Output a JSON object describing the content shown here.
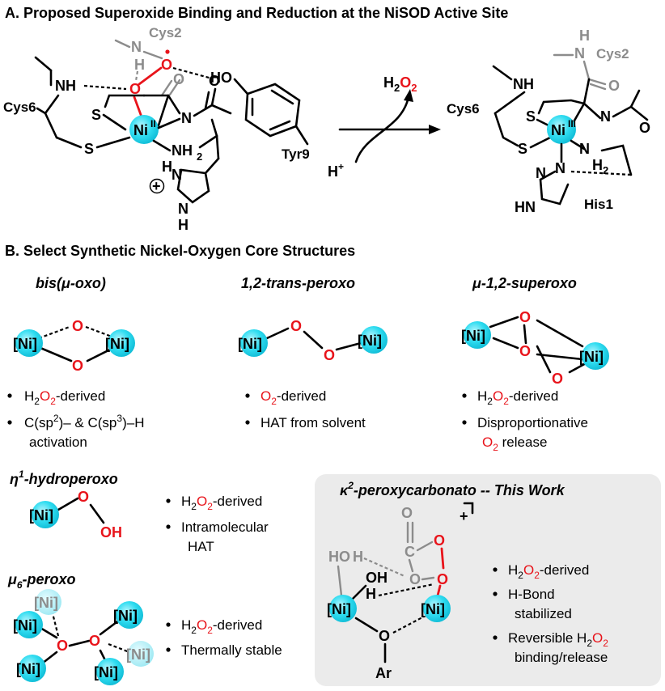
{
  "panel_a": {
    "header": "A. Proposed Superoxide Binding and Reduction at the NiSOD Active Site",
    "left": {
      "cys2": "Cys2",
      "cys6": "Cys6",
      "tyr9": "Tyr9",
      "ni": "Ni",
      "ni_ox": "II",
      "o": "O",
      "nh": "NH",
      "n": "N",
      "h": "H",
      "s": "S",
      "ho": "HO",
      "nh2": "NH",
      "sub2": "2",
      "plus": "+"
    },
    "arrow": {
      "product": "H",
      "product_sub": "2",
      "product_o": "O",
      "proton": "H",
      "proton_sup": "+"
    },
    "right": {
      "cys2": "Cys2",
      "cys6": "Cys6",
      "his1": "His1",
      "ni": "Ni",
      "ni_ox": "III",
      "hn": "HN"
    }
  },
  "panel_b": {
    "header": "B. Select Synthetic Nickel-Oxygen Core Structures",
    "ni_label": "[Ni]",
    "o_label": "O",
    "oh_label": "OH",
    "bis_oxo": {
      "title": "bis(μ-oxo)",
      "b1": "H",
      "b1_sub": "2",
      "b1_red": "O",
      "b1_red_sub": "2",
      "b1_rest": "-derived",
      "b2": "C(sp",
      "b2_sup1": "2",
      "b2_mid": ")– & C(sp",
      "b2_sup2": "3",
      "b2_end": ")–H",
      "b2_line2": "activation"
    },
    "trans_peroxo": {
      "title": "1,2-trans-peroxo",
      "b1_red": "O",
      "b1_red_sub": "2",
      "b1_rest": "-derived",
      "b2": "HAT from solvent"
    },
    "superoxo": {
      "title": "μ-1,2-superoxo",
      "b1": "H",
      "b1_sub": "2",
      "b1_red": "O",
      "b1_red_sub": "2",
      "b1_rest": "-derived",
      "b2": "Disproportionative",
      "b2_red": "O",
      "b2_red_sub": "2",
      "b2_rest": " release"
    },
    "hydroperoxo": {
      "title_prefix": "η",
      "title_sup": "1",
      "title_rest": "-hydroperoxo",
      "b1": "H",
      "b1_sub": "2",
      "b1_red": "O",
      "b1_red_sub": "2",
      "b1_rest": "-derived",
      "b2": "Intramolecular",
      "b2_line2": "HAT"
    },
    "mu6": {
      "title_prefix": "μ",
      "title_sub": "6",
      "title_rest": "-peroxo",
      "b1": "H",
      "b1_sub": "2",
      "b1_red": "O",
      "b1_red_sub": "2",
      "b1_rest": "-derived",
      "b2": "Thermally stable"
    },
    "peroxycarbonato": {
      "title_prefix": "κ",
      "title_sup": "2",
      "title_rest": "-peroxycarbonato -- This Work",
      "charge": "+",
      "c": "C",
      "h": "H",
      "ho": "HO",
      "oh": "OH",
      "ar": "Ar",
      "b1": "H",
      "b1_sub": "2",
      "b1_red": "O",
      "b1_red_sub": "2",
      "b1_rest": "-derived",
      "b2": "H-Bond",
      "b2_line2": "stabilized",
      "b3": "Reversible H",
      "b3_sub": "2",
      "b3_red": "O",
      "b3_red_sub": "2",
      "b3_line2": "binding/release"
    }
  },
  "colors": {
    "ni_sphere": "#19d3e8",
    "oxygen_red": "#e8141b",
    "gray_residue": "#8c8c8c",
    "box_fill": "#ebebeb"
  }
}
